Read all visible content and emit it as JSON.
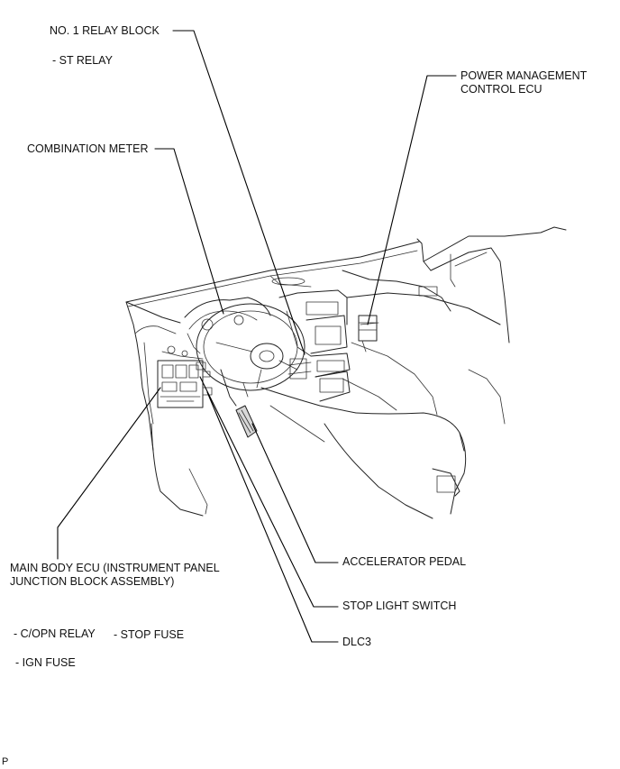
{
  "labels": {
    "relay_block": "NO. 1 RELAY BLOCK",
    "st_relay": "- ST RELAY",
    "power_mgmt_1": "POWER MANAGEMENT",
    "power_mgmt_2": "CONTROL ECU",
    "combination_meter": "COMBINATION METER",
    "main_body_1": "MAIN BODY ECU (INSTRUMENT PANEL",
    "main_body_2": "JUNCTION BLOCK ASSEMBLY)",
    "copn_relay": "- C/OPN RELAY",
    "stop_fuse": "- STOP FUSE",
    "ign_fuse": "- IGN FUSE",
    "accelerator_pedal": "ACCELERATOR PEDAL",
    "stop_light_switch": "STOP LIGHT SWITCH",
    "dlc3": "DLC3",
    "corner_mark": "P"
  }
}
